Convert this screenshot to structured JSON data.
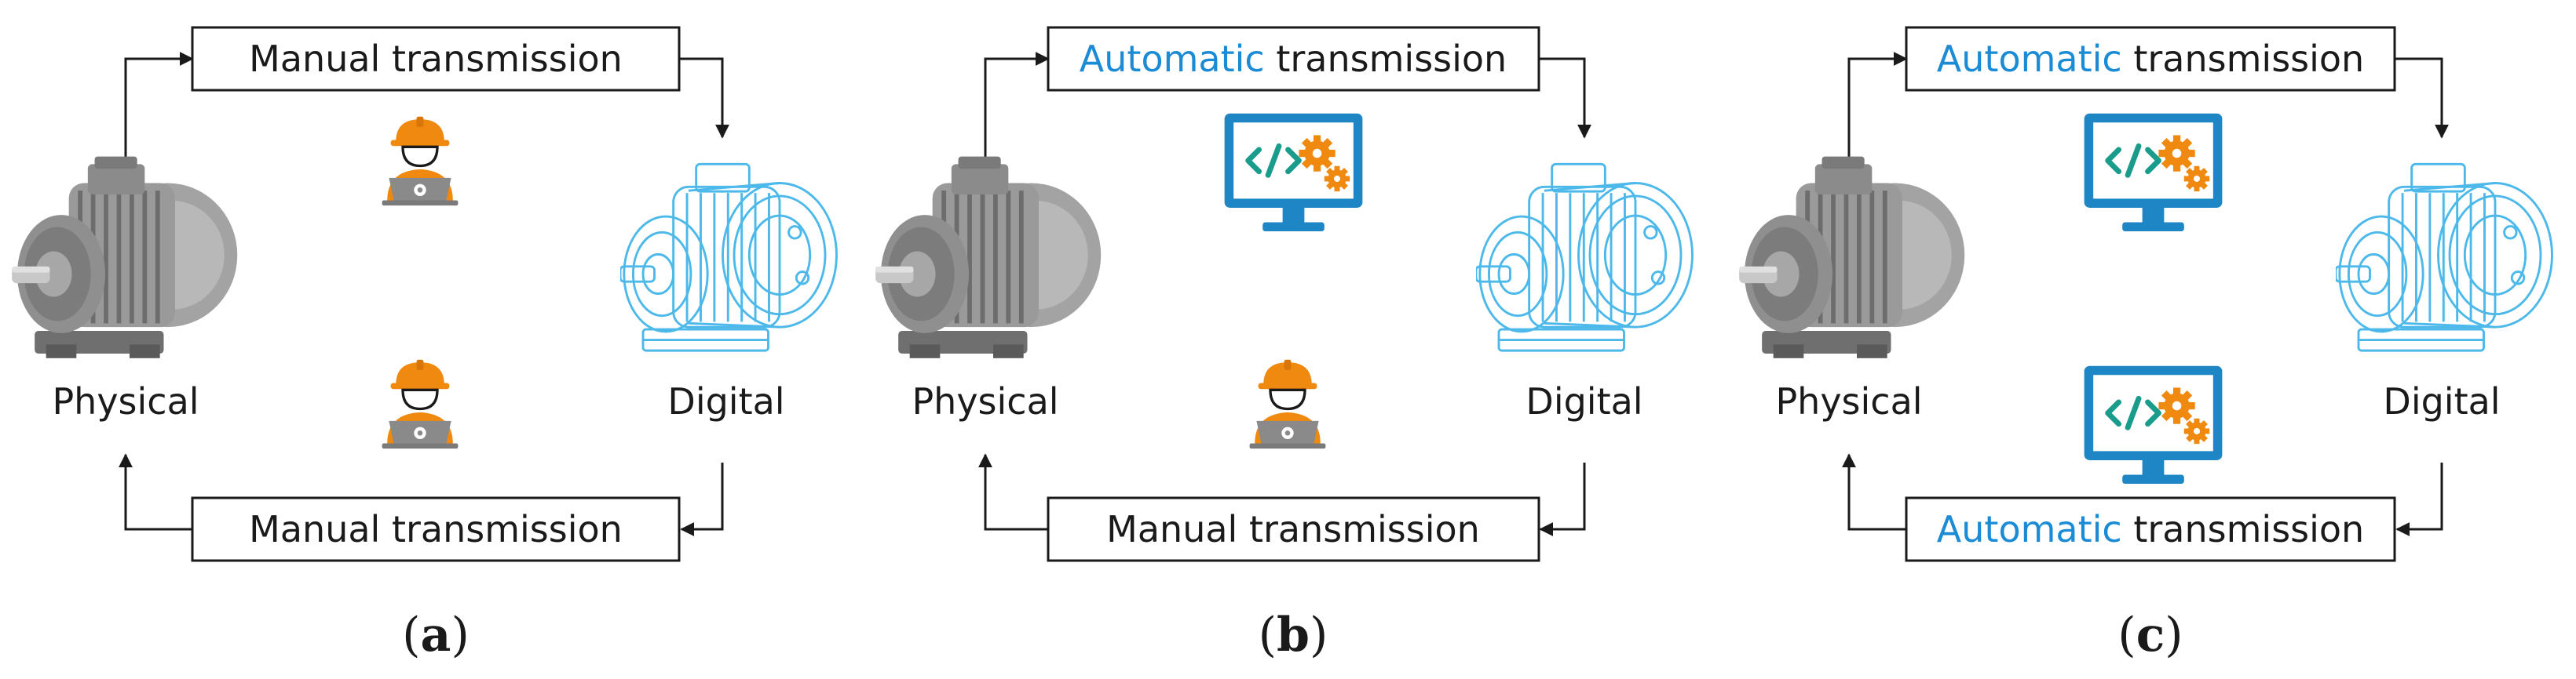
{
  "panels": [
    {
      "caption_open": "(",
      "caption_letter": "a",
      "caption_close": ")",
      "physical_label": "Physical",
      "digital_label": "Digital",
      "top": {
        "keyword": "Manual",
        "rest": " transmission",
        "mode": "manual"
      },
      "bottom": {
        "keyword": "Manual",
        "rest": " transmission",
        "mode": "manual"
      }
    },
    {
      "caption_open": "(",
      "caption_letter": "b",
      "caption_close": ")",
      "physical_label": "Physical",
      "digital_label": "Digital",
      "top": {
        "keyword": "Automatic",
        "rest": " transmission",
        "mode": "automatic"
      },
      "bottom": {
        "keyword": "Manual",
        "rest": " transmission",
        "mode": "manual"
      }
    },
    {
      "caption_open": "(",
      "caption_letter": "c",
      "caption_close": ")",
      "physical_label": "Physical",
      "digital_label": "Digital",
      "top": {
        "keyword": "Automatic",
        "rest": " transmission",
        "mode": "automatic"
      },
      "bottom": {
        "keyword": "Automatic",
        "rest": " transmission",
        "mode": "automatic"
      }
    }
  ],
  "colors": {
    "manual_keyword": "#1a1a1a",
    "automatic_keyword": "#1a8bd4",
    "worker_orange": "#f0890f",
    "laptop_gray": "#8a8a8a",
    "monitor_blue": "#1f86c6",
    "digital_motor_blue": "#4cb9ea",
    "physical_motor_gray": "#8c8c8c"
  },
  "icons": {
    "physical": "physical-motor-icon",
    "digital": "digital-motor-icon",
    "manual": "worker-laptop-icon",
    "automatic": "computer-code-gear-icon"
  }
}
